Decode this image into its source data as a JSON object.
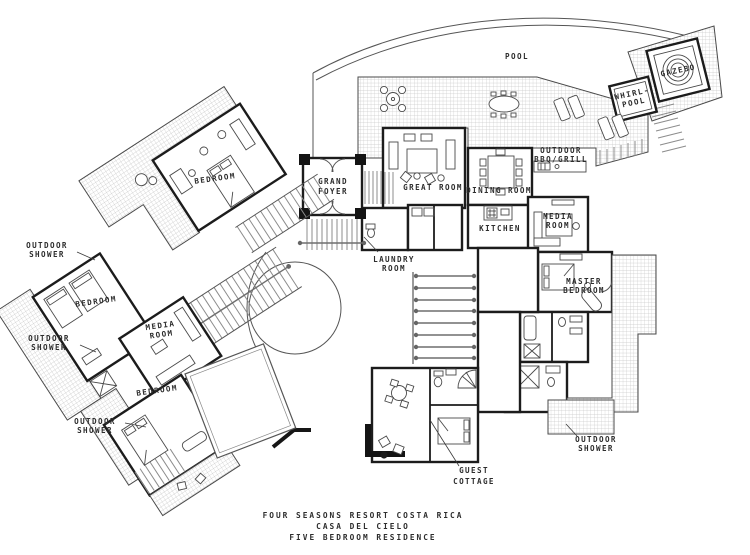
{
  "page": {
    "background_color": "#ffffff",
    "ink_color": "#1c1c1c",
    "hatch_color": "#c6c6c6"
  },
  "plan": {
    "areas": {
      "pool": "POOL",
      "gazebo": "GAZEBO",
      "whirlpool": [
        "WHIRL-",
        "POOL"
      ],
      "outdoor_bbq": [
        "OUTDOOR",
        "BBQ/GRILL"
      ],
      "great_room": "GREAT ROOM",
      "dining_room": "DINING ROOM",
      "grand_foyer": [
        "GRAND",
        "FOYER"
      ],
      "kitchen": "KITCHEN",
      "media_room": [
        "MEDIA",
        "ROOM"
      ],
      "laundry_room": [
        "LAUNDRY",
        "ROOM"
      ],
      "master_bedroom": [
        "MASTER",
        "BEDROOM"
      ],
      "bedroom_upper": "BEDROOM",
      "bedroom_middle": "BEDROOM",
      "media_room_left": [
        "MEDIA",
        "ROOM"
      ],
      "bedroom_lower": "BEDROOM",
      "guest_cottage": [
        "GUEST",
        "COTTAGE"
      ],
      "outdoor_showers": [
        [
          "OUTDOOR",
          "SHOWER"
        ],
        [
          "OUTDOOR",
          "SHOWER"
        ],
        [
          "OUTDOOR",
          "SHOWER"
        ],
        [
          "OUTDOOR",
          "SHOWER"
        ]
      ]
    },
    "caption": [
      "FOUR SEASONS RESORT COSTA RICA",
      "CASA DEL CIELO",
      "FIVE BEDROOM RESIDENCE"
    ]
  }
}
